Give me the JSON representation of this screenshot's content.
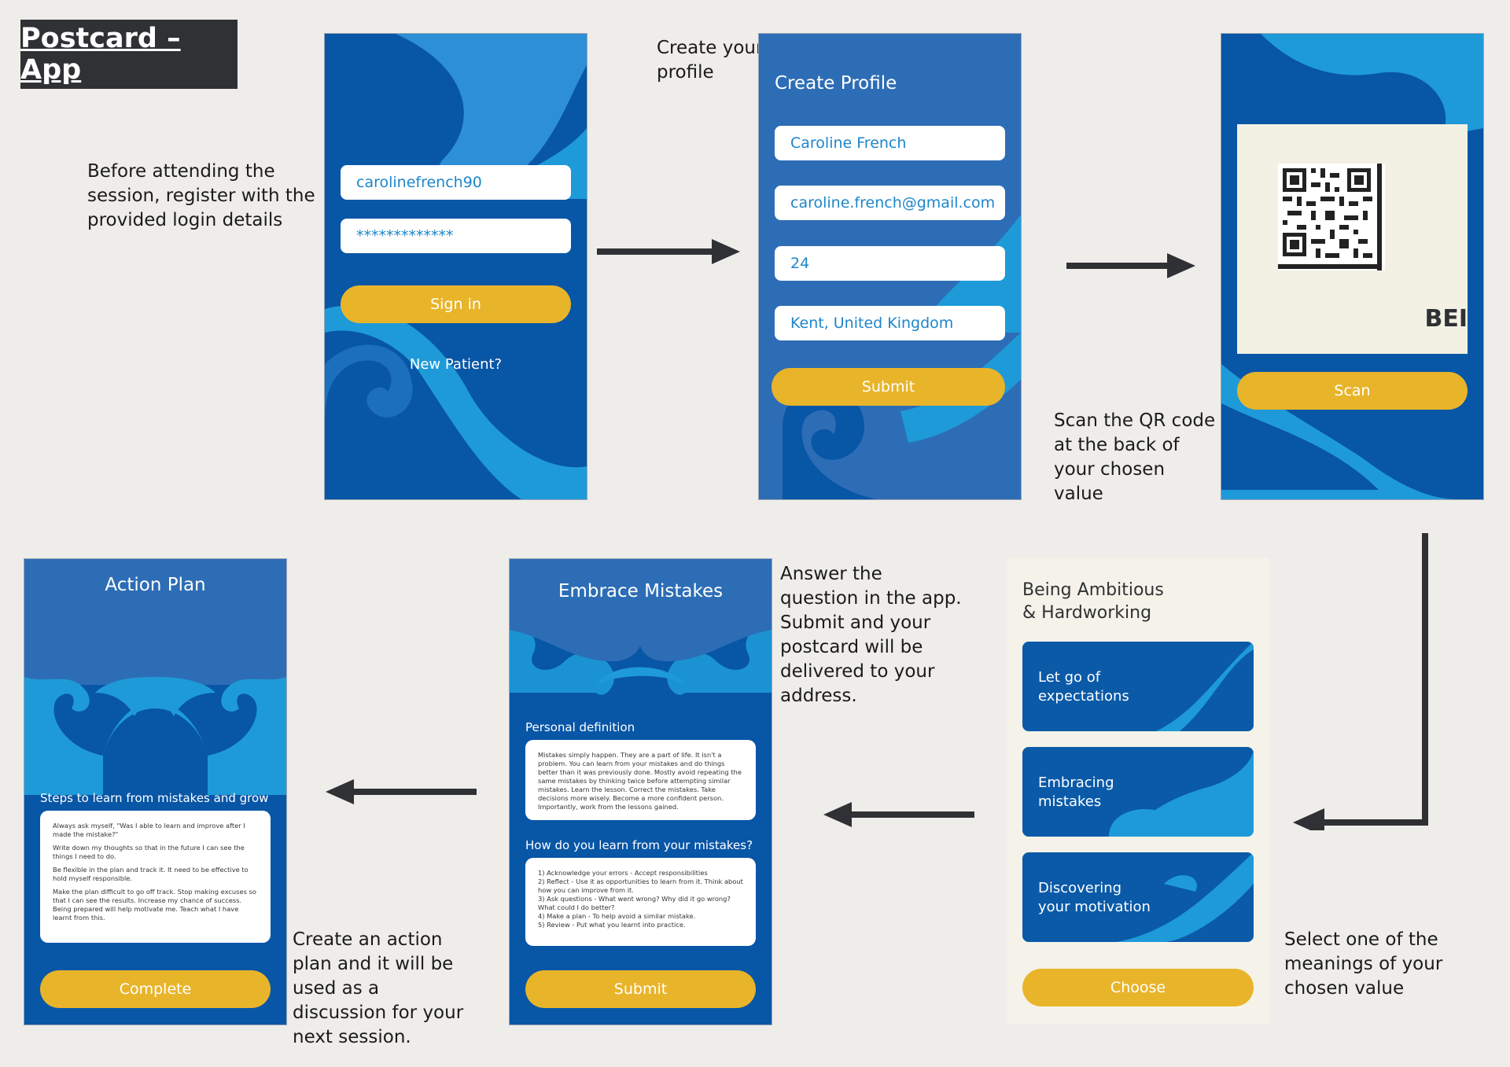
{
  "title": "Postcard – App",
  "captions": {
    "login": "Before attending the session, register with the provided login details",
    "profile": "Create your profile",
    "scan": "Scan the QR code at the back of your chosen value",
    "choose": "Select one of the meanings of your chosen value",
    "answer": "Answer the question in the app. Submit and your postcard will be delivered to your address.",
    "action": "Create an action plan and it will be used as a discussion for your next session."
  },
  "login_screen": {
    "username": "carolinefrench90",
    "password": "*************",
    "sign_in_label": "Sign in",
    "new_patient_label": "New Patient?"
  },
  "profile_screen": {
    "title": "Create Profile",
    "name": "Caroline French",
    "email": "caroline.french@gmail.com",
    "age": "24",
    "location": "Kent, United Kingdom",
    "submit_label": "Submit"
  },
  "scan_screen": {
    "card_text": "BEI",
    "scan_label": "Scan"
  },
  "choose_screen": {
    "title_line1": "Being Ambitious",
    "title_line2": "& Hardworking",
    "options": [
      {
        "line1": "Let go of",
        "line2": "expectations"
      },
      {
        "line1": "Embracing",
        "line2": "mistakes"
      },
      {
        "line1": "Discovering",
        "line2": "your motivation"
      }
    ],
    "choose_label": "Choose"
  },
  "mistakes_screen": {
    "title": "Embrace Mistakes",
    "definition_label": "Personal definition",
    "definition_text": "Mistakes simply happen. They are a part of life. It isn't a problem. You can learn from your mistakes and do things better than it was previously done.  Mostly avoid repeating the same mistakes by thinking twice before attempting similar mistakes. Learn the lesson. Correct the mistakes. Take decisions more wisely. Become a more confident person. Importantly, work from the lessons gained.",
    "question_label": "How do you learn from your mistakes?",
    "answers": [
      "1)  Acknowledge your errors - Accept responsibilities",
      "2)  Reflect - Use it as opportunities to learn from it. Think about how you can improve from it.",
      "3)  Ask questions - What went wrong? Why did it go wrong? What could I do better?",
      "4)  Make a plan - To help avoid a similar mistake.",
      "5)  Review - Put what you learnt into practice."
    ],
    "submit_label": "Submit"
  },
  "action_screen": {
    "title": "Action Plan",
    "steps_label": "Steps to learn from mistakes and grow",
    "steps": [
      "Always ask myself, \"Was I able to learn and improve after I made the mistake?\"",
      "Write down my thoughts so that in the future I can see the things I need to do.",
      "Be flexible in the plan and track it. It need to be effective to hold myself responsible.",
      "Make the plan difficult to go off track. Stop making excuses so that I can see the results. Increase my chance of success. Being prepared will help motivate me. Teach what I have learnt from this."
    ],
    "complete_label": "Complete"
  },
  "colors": {
    "screen_blue": "#0856a6",
    "swirl_light": "#1e9ad8",
    "button_yellow": "#e8b42a",
    "arrow": "#2f3134"
  }
}
